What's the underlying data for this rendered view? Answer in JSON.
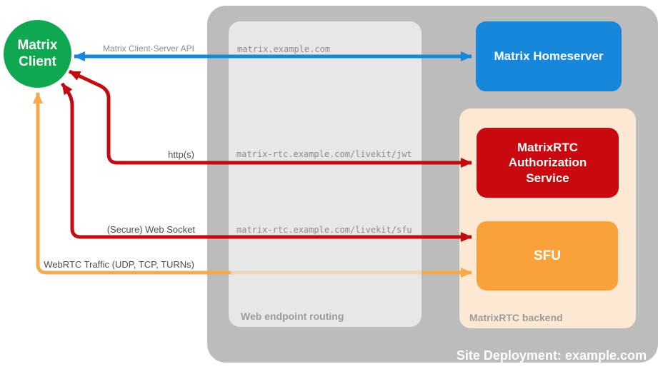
{
  "deployment": {
    "label": "Site Deployment: example.com",
    "color": "#bcbcbc"
  },
  "routing": {
    "label": "Web endpoint routing",
    "color": "#e7e7e7"
  },
  "backend": {
    "label": "MatrixRTC backend",
    "color": "#fce8d3"
  },
  "nodes": {
    "client": {
      "label": "Matrix Client",
      "color": "#0fa750"
    },
    "homeserver": {
      "label": "Matrix Homeserver",
      "color": "#1787db"
    },
    "auth": {
      "label": "MatrixRTC Authorization Service",
      "color": "#c9090f"
    },
    "sfu": {
      "label": "SFU",
      "color": "#f9a23b"
    }
  },
  "connections": {
    "client_server_api": {
      "label": "Matrix Client-Server API",
      "endpoint": "matrix.example.com",
      "color": "#1787db",
      "bidirectional": true
    },
    "https": {
      "label": "http(s)",
      "endpoint": "matrix-rtc.example.com/livekit/jwt",
      "color": "#c00b10",
      "bidirectional": true
    },
    "websocket": {
      "label": "(Secure) Web Socket",
      "endpoint": "matrix-rtc.example.com/livekit/sfu",
      "color": "#c00b10",
      "bidirectional": true
    },
    "webrtc": {
      "label": "WebRTC Traffic (UDP, TCP, TURNs)",
      "endpoint": "",
      "color": "#f7a94c",
      "bidirectional": true
    }
  }
}
